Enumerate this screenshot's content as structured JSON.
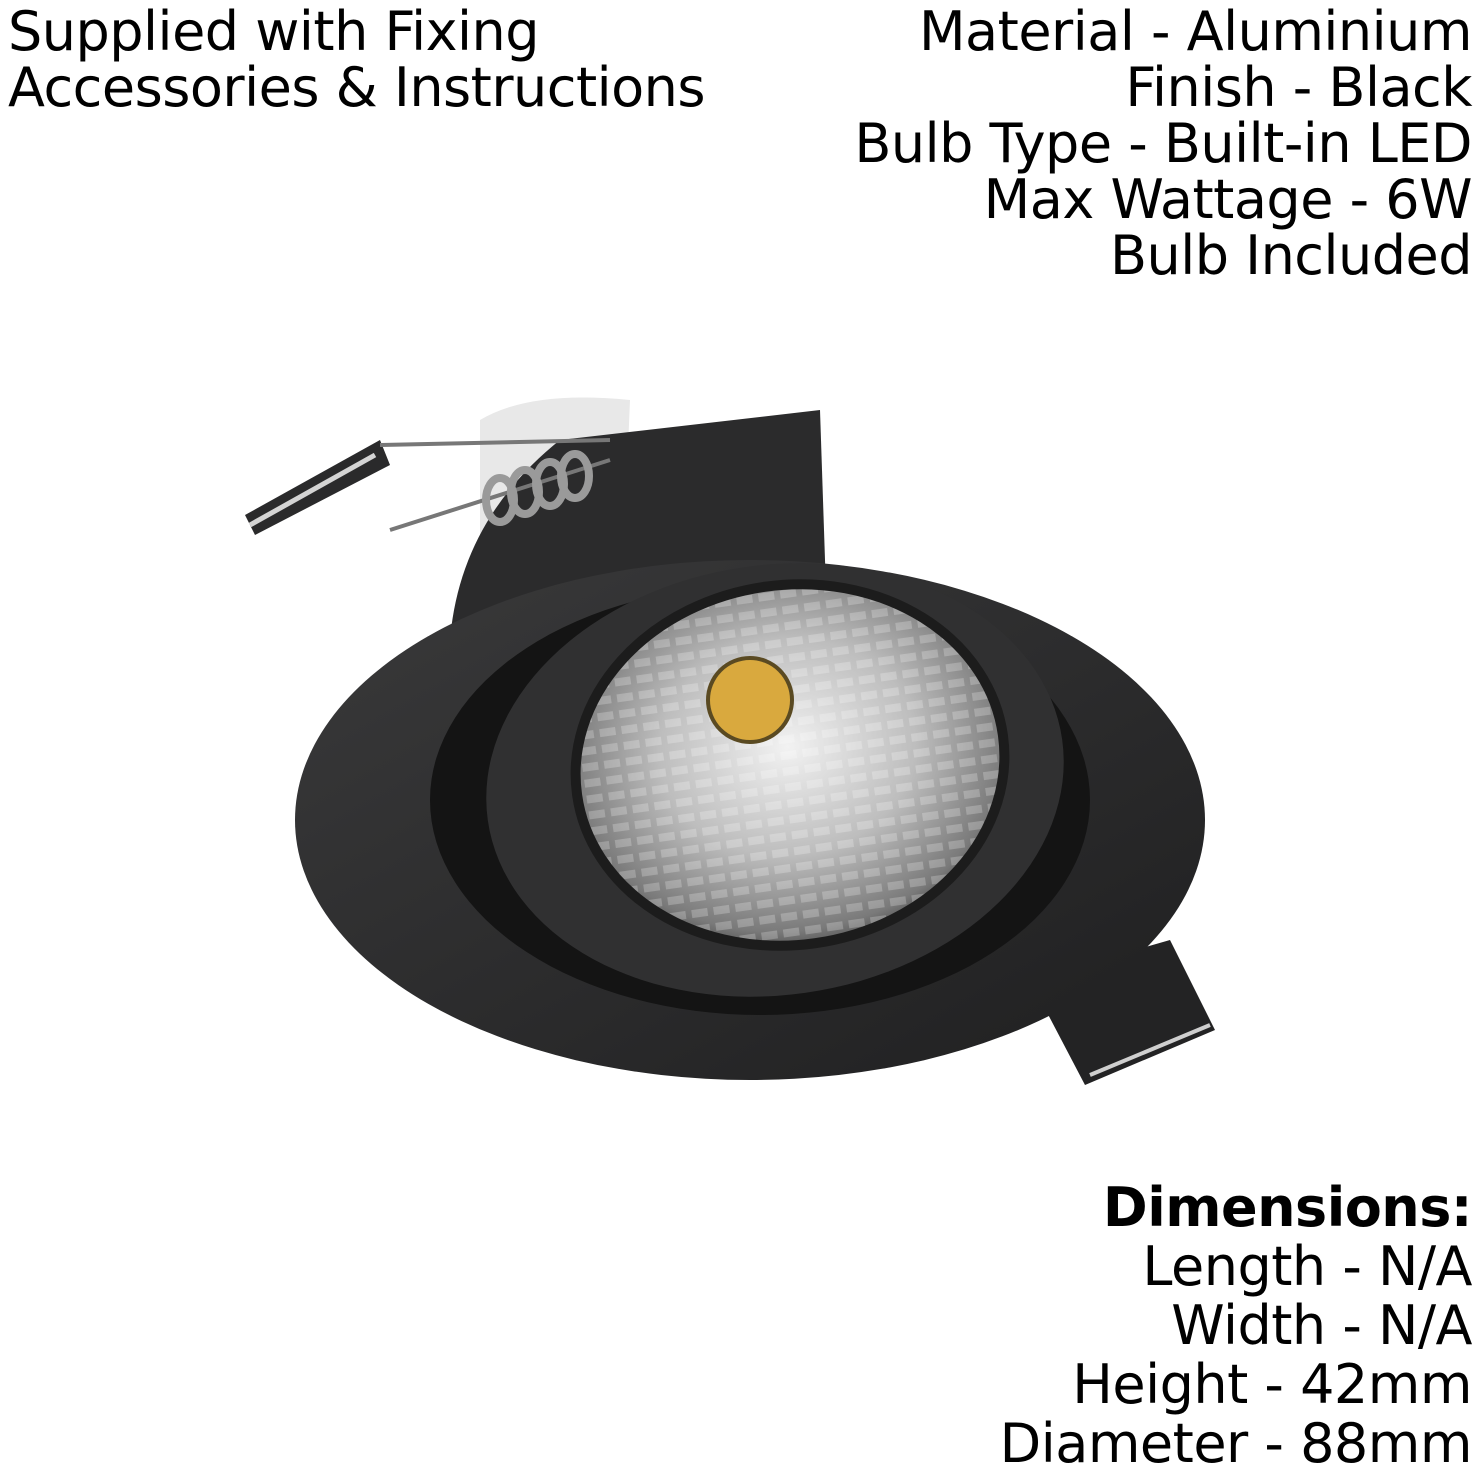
{
  "supplied": {
    "line1": "Supplied with Fixing",
    "line2": "Accessories & Instructions"
  },
  "specs": {
    "material": "Material - Aluminium",
    "finish": "Finish - Black",
    "bulb_type": "Bulb Type - Built-in LED",
    "max_wattage": "Max Wattage - 6W",
    "bulb_included": "Bulb Included"
  },
  "dimensions": {
    "heading": "Dimensions:",
    "length": "Length - N/A",
    "width": "Width - N/A",
    "height": "Height - 42mm",
    "diameter": "Diameter - 88mm"
  },
  "colors": {
    "fitting": "#2a2a2b",
    "led_chip": "#d9a93e",
    "reflector": "#c8c8c8",
    "background": "#ffffff"
  },
  "product_image": {
    "icon": "recessed-spotlight-image"
  }
}
